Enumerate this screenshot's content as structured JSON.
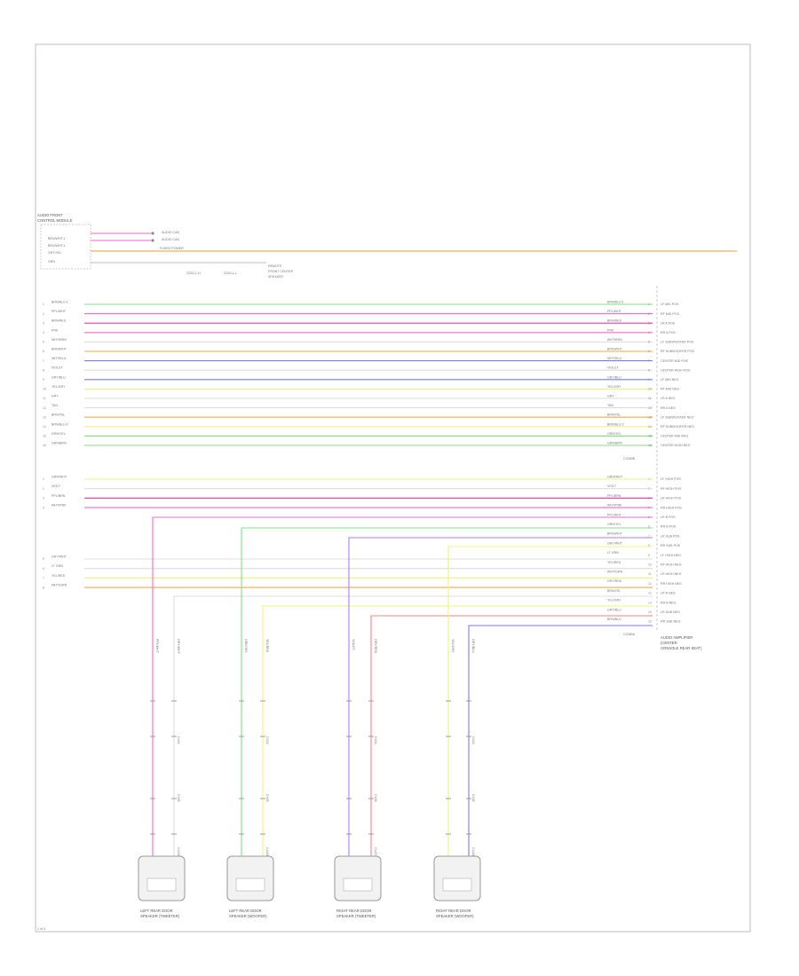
{
  "diagram": {
    "page_label": "1 of 4",
    "colors": {
      "border": "#c8c8c8",
      "wire_default": "#b0b0b0",
      "green": "#7fe07f",
      "pink": "#ff66cc",
      "magenta": "#ff33aa",
      "yellow": "#f5f07a",
      "orange": "#f5a742",
      "blue": "#7a7aff",
      "violet": "#b07aff",
      "red": "#ff8080",
      "lightgray": "#dddddd"
    },
    "top_component": {
      "title_lines": [
        "AUDIO FRONT",
        "CONTROL MODULE"
      ],
      "pins": [
        "BRN/WHT-L",
        "BRN/WHT-L",
        "GRY/YEL",
        "GRN"
      ],
      "branch_labels": [
        "AUDIO CAN",
        "AUDIO CAN",
        "FUSED POWER"
      ],
      "ground_labels": [
        "G202-L-H",
        "G202-L-L"
      ],
      "remote_label_lines": [
        "REMOTE",
        "FRONT CENTER",
        "SPEAKER"
      ]
    },
    "group_a_label": "C2280B",
    "group_b_label": "C2280A",
    "amp_label_lines": [
      "AUDIO AMPLIFIER",
      "(CENTER",
      "CONSOLE REAR SEAT)"
    ],
    "group_a": [
      {
        "left": "BRN/BLU-1",
        "right": "BRN/BLU-1",
        "pin": "1",
        "desc": "LF MID POS",
        "color": "green"
      },
      {
        "left": "PPL/WHT",
        "right": "PPL/WHT",
        "pin": "2",
        "desc": "RF MID POS",
        "color": "pink"
      },
      {
        "left": "BRN/RED",
        "right": "BRN/RED",
        "pin": "3",
        "desc": "LR A POS",
        "color": "magenta"
      },
      {
        "left": "PNK",
        "right": "PNK",
        "pin": "4",
        "desc": "RR A POS",
        "color": "pink"
      },
      {
        "left": "WHT/BRN",
        "right": "WHT/BRN",
        "pin": "5",
        "desc": "LF SUBWOOFER POS",
        "color": "lightgray"
      },
      {
        "left": "BRN/WHT",
        "right": "BRN/WHT",
        "pin": "6",
        "desc": "RF SUBWOOFER POS",
        "color": "orange"
      },
      {
        "left": "WHT/BLU",
        "right": "WHT/BLU",
        "pin": "7",
        "desc": "CENTER MID POS",
        "color": "blue"
      },
      {
        "left": "VIOLET",
        "right": "VIOLET",
        "pin": "8",
        "desc": "CENTER HIGH POS",
        "color": "lightgray"
      },
      {
        "left": "GRY/BLU",
        "right": "GRY/BLU",
        "pin": "9",
        "desc": "LF MID NEG",
        "color": "blue"
      },
      {
        "left": "YEL/GRY",
        "right": "YEL/GRY",
        "pin": "10",
        "desc": "RF MID NEG",
        "color": "yellow"
      },
      {
        "left": "GRY",
        "right": "GRY",
        "pin": "11",
        "desc": "LR A NEG",
        "color": "lightgray"
      },
      {
        "left": "TAN",
        "right": "TAN",
        "pin": "12",
        "desc": "RR A NEG",
        "color": "lightgray"
      },
      {
        "left": "BRN/YEL",
        "right": "BRN/YEL",
        "pin": "13",
        "desc": "LF SUBWOOFER NEG",
        "color": "orange"
      },
      {
        "left": "BRN/BLU-2",
        "right": "BRN/BLU-2",
        "pin": "14",
        "desc": "RF SUBWOOFER NEG",
        "color": "yellow"
      },
      {
        "left": "GRN/YEL",
        "right": "GRN/YEL",
        "pin": "15",
        "desc": "CENTER MID NEG",
        "color": "green"
      },
      {
        "left": "GRN/BRN",
        "right": "GRN/BRN",
        "pin": "16",
        "desc": "CENTER HIGH NEG",
        "color": "green"
      }
    ],
    "group_b_left": [
      {
        "left": "GRN/WHT",
        "pin": "1",
        "color": "yellow"
      },
      {
        "left": "VIOLT",
        "pin": "2",
        "color": "lightgray"
      },
      {
        "left": "PPL/BRN",
        "pin": "3",
        "color": "magenta"
      },
      {
        "left": "WHT/PNK",
        "pin": "4",
        "color": "pink"
      }
    ],
    "group_b_left2": [
      {
        "left": "GRY/WHT",
        "pin": "5",
        "color": "lightgray"
      },
      {
        "left": "LT GRN",
        "pin": "6",
        "color": "lightgray"
      },
      {
        "left": "YEL/RED",
        "pin": "7",
        "color": "yellow"
      },
      {
        "left": "WHT/GRN",
        "pin": "8",
        "color": "orange"
      }
    ],
    "group_b": [
      {
        "right": "GRN/WHT",
        "pin": "1",
        "desc": "LF HIGH POS"
      },
      {
        "right": "VIOLT",
        "pin": "2",
        "desc": "RF HIGH POS"
      },
      {
        "right": "PPL/BRN",
        "pin": "3",
        "desc": "LR HIGH POS"
      },
      {
        "right": "WHT/PNK",
        "pin": "4",
        "desc": "RR HIGH POS"
      },
      {
        "right": "PPL/WHT",
        "pin": "5",
        "desc": "LR B POS"
      },
      {
        "right": "GRN/YEL",
        "pin": "6",
        "desc": "RR B POS"
      },
      {
        "right": "BRN/WHT",
        "pin": "7",
        "desc": "LR SUB POS"
      },
      {
        "right": "GRY/WHT",
        "pin": "8",
        "desc": "RR SUB POS"
      },
      {
        "right": "LT GRN",
        "pin": "9",
        "desc": "LF HIGH NEG"
      },
      {
        "right": "YEL/RED",
        "pin": "10",
        "desc": "RF HIGH NEG"
      },
      {
        "right": "WHT/GRN",
        "pin": "11",
        "desc": "LR HIGH NEG"
      },
      {
        "right": "GRY/RED",
        "pin": "12",
        "desc": "RR HIGH NEG"
      },
      {
        "right": "BRN/YEL",
        "pin": "13",
        "desc": "LR B NEG"
      },
      {
        "right": "YEL/GRY",
        "pin": "14",
        "desc": "RR B NEG"
      },
      {
        "right": "GRY/BLU",
        "pin": "15",
        "desc": "LR SUB NEG"
      },
      {
        "right": "BRN/BLU",
        "pin": "16",
        "desc": "RR SUB NEG"
      }
    ],
    "speakers": [
      {
        "name_lines": [
          "LEFT REAR DOOR",
          "SPEAKER (TWEETER)"
        ],
        "wire_a": "PPL/WHT",
        "wire_b": "GRY/WHT",
        "color_a": "pink",
        "color_b": "lightgray"
      },
      {
        "name_lines": [
          "LEFT REAR DOOR",
          "SPEAKER (WOOFER)"
        ],
        "wire_a": "GRN/YEL",
        "wire_b": "YEL/RED",
        "color_a": "green",
        "color_b": "yellow"
      },
      {
        "name_lines": [
          "RIGHT REAR DOOR",
          "SPEAKER (TWEETER)"
        ],
        "wire_a": "VIOLET",
        "wire_b": "GRY/RED",
        "color_a": "violet",
        "color_b": "red"
      },
      {
        "name_lines": [
          "RIGHT REAR DOOR",
          "SPEAKER (WOOFER)"
        ],
        "wire_a": "YEL/GRY",
        "wire_b": "GRY/BLU",
        "color_a": "yellow",
        "color_b": "blue"
      }
    ],
    "speaker_connector_labels": [
      "C4205",
      "C4206",
      "C4207",
      "C4208"
    ],
    "inline_labels": [
      "C404",
      "C405"
    ]
  }
}
